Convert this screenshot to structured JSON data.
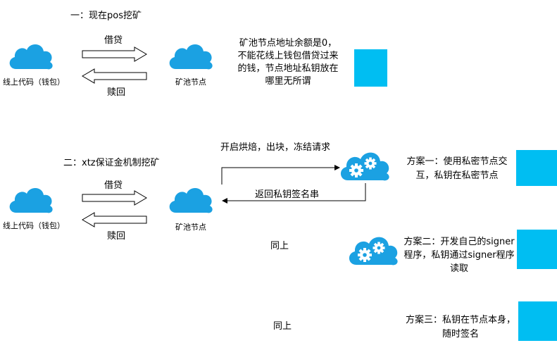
{
  "section1": {
    "title": "一：现在pos挖矿",
    "wallet_label": "线上代码（钱包）",
    "borrow_label": "借贷",
    "redeem_label": "赎回",
    "pool_label": "矿池节点",
    "note": "矿池节点地址余额是0，不能花线上钱包借贷过来的钱，节点地址私钥放在哪里无所谓"
  },
  "section2": {
    "title": "二：xtz保证金机制挖矿",
    "wallet_label": "线上代码（钱包）",
    "borrow_label": "借贷",
    "redeem_label": "赎回",
    "pool_label": "矿池节点",
    "request_label": "开启烘焙，出块，冻结请求",
    "return_label": "返回私钥签名串",
    "same_label_1": "同上",
    "same_label_2": "同上"
  },
  "plans": [
    {
      "text": "方案一：使用私密节点交互，私钥在私密节点"
    },
    {
      "text": "方案二：开发自己的signer程序，私钥通过signer程序读取"
    },
    {
      "text": "方案三：私钥在节点本身，随时签名"
    }
  ],
  "colors": {
    "cloud": "#1ba1e2",
    "box": "#00bef2"
  }
}
